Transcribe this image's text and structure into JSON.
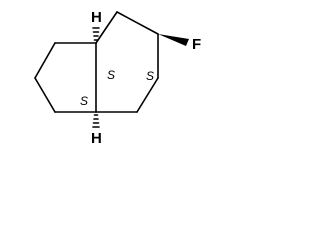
{
  "molecule": {
    "atoms": {
      "fluorine": "F",
      "hydrogen_top": "H",
      "hydrogen_bottom": "H"
    },
    "stereo_descriptors": {
      "c4a": "S",
      "c2": "S",
      "c8a": "S"
    }
  },
  "colors": {
    "bond": "#000000",
    "background": "#ffffff"
  }
}
